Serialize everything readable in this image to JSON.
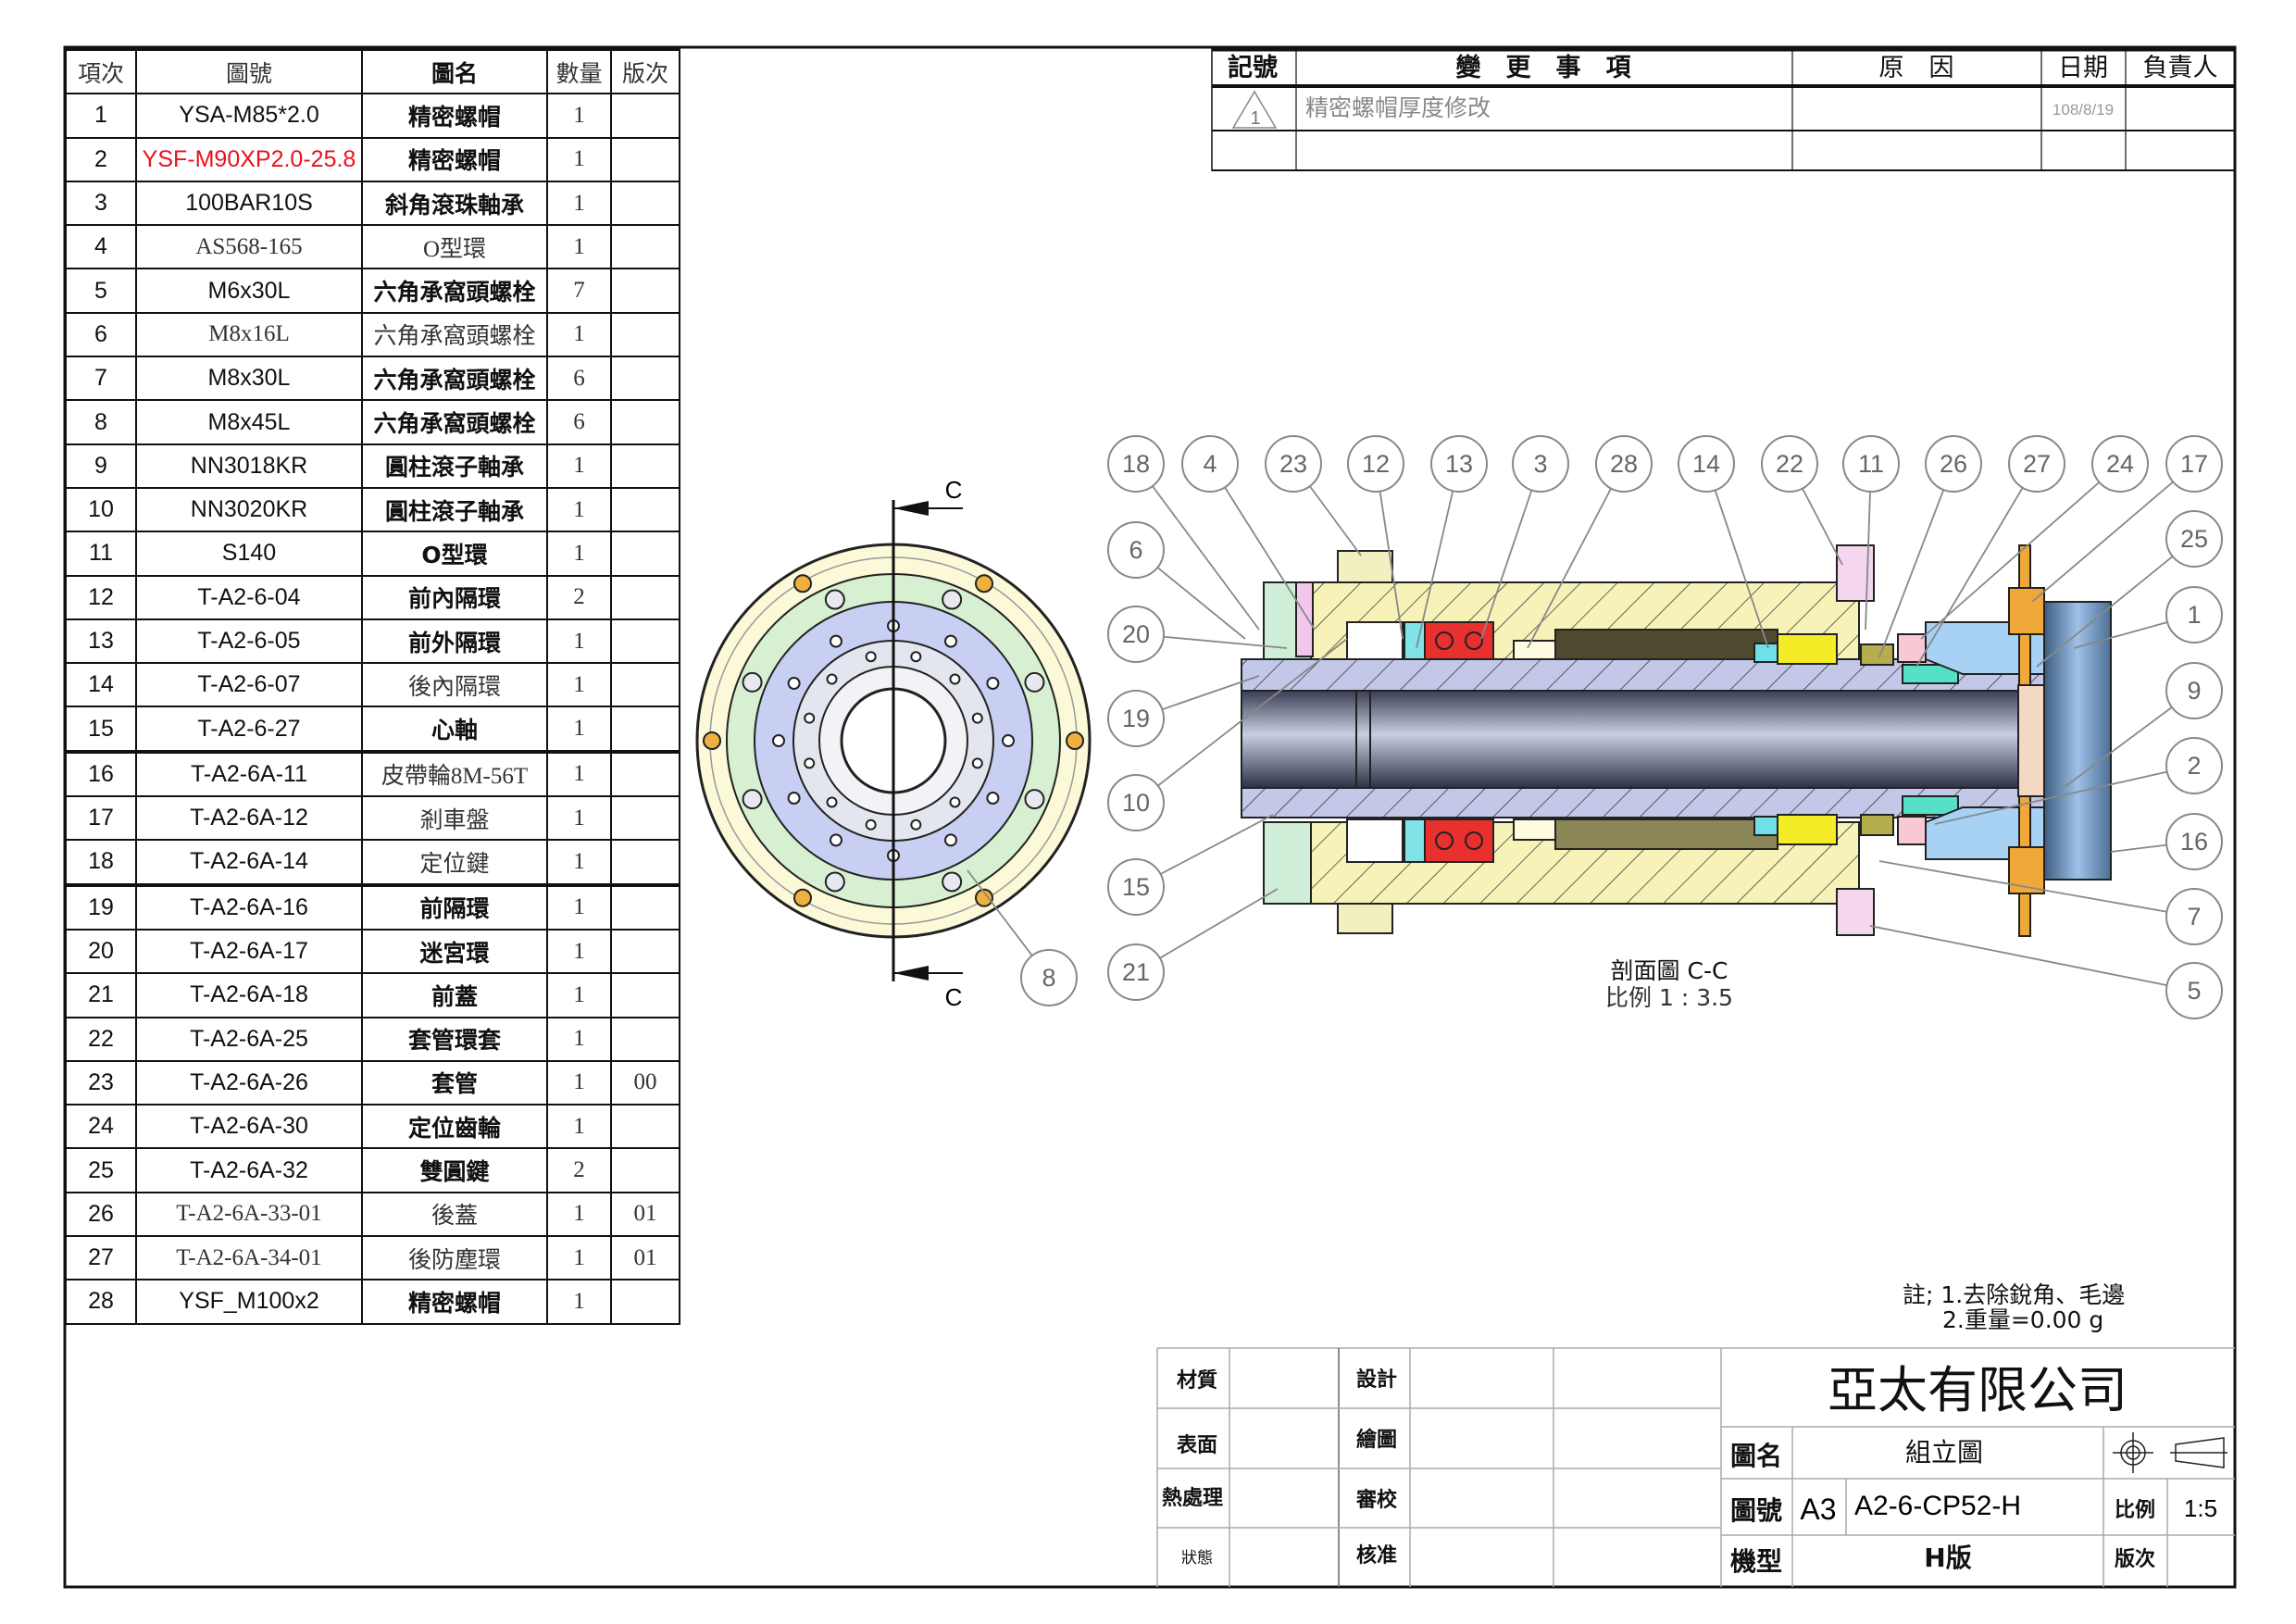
{
  "bom": {
    "headers": [
      "項次",
      "圖號",
      "圖名",
      "數量",
      "版次"
    ],
    "rows": [
      {
        "item": "1",
        "part_no": "YSA-M85*2.0",
        "name": "精密螺帽",
        "qty": "1",
        "rev": ""
      },
      {
        "item": "2",
        "part_no": "YSF-M90XP2.0-25.8",
        "name": "精密螺帽",
        "qty": "1",
        "rev": "",
        "highlight": "#e8121d"
      },
      {
        "item": "3",
        "part_no": "100BAR10S",
        "name": "斜角滾珠軸承",
        "qty": "1",
        "rev": ""
      },
      {
        "item": "4",
        "part_no": "AS568-165",
        "name": "O型環",
        "qty": "1",
        "rev": ""
      },
      {
        "item": "5",
        "part_no": "M6x30L",
        "name": "六角承窩頭螺栓",
        "qty": "7",
        "rev": ""
      },
      {
        "item": "6",
        "part_no": "M8x16L",
        "name": "六角承窩頭螺栓",
        "qty": "1",
        "rev": ""
      },
      {
        "item": "7",
        "part_no": "M8x30L",
        "name": "六角承窩頭螺栓",
        "qty": "6",
        "rev": ""
      },
      {
        "item": "8",
        "part_no": "M8x45L",
        "name": "六角承窩頭螺栓",
        "qty": "6",
        "rev": ""
      },
      {
        "item": "9",
        "part_no": "NN3018KR",
        "name": "圓柱滾子軸承",
        "qty": "1",
        "rev": ""
      },
      {
        "item": "10",
        "part_no": "NN3020KR",
        "name": "圓柱滾子軸承",
        "qty": "1",
        "rev": ""
      },
      {
        "item": "11",
        "part_no": "S140",
        "name": "O型環",
        "qty": "1",
        "rev": ""
      },
      {
        "item": "12",
        "part_no": "T-A2-6-04",
        "name": "前內隔環",
        "qty": "2",
        "rev": ""
      },
      {
        "item": "13",
        "part_no": "T-A2-6-05",
        "name": "前外隔環",
        "qty": "1",
        "rev": ""
      },
      {
        "item": "14",
        "part_no": "T-A2-6-07",
        "name": "後內隔環",
        "qty": "1",
        "rev": ""
      },
      {
        "item": "15",
        "part_no": "T-A2-6-27",
        "name": "心軸",
        "qty": "1",
        "rev": ""
      },
      {
        "item": "16",
        "part_no": "T-A2-6A-11",
        "name": "皮帶輪8M-56T",
        "qty": "1",
        "rev": ""
      },
      {
        "item": "17",
        "part_no": "T-A2-6A-12",
        "name": "剎車盤",
        "qty": "1",
        "rev": ""
      },
      {
        "item": "18",
        "part_no": "T-A2-6A-14",
        "name": "定位鍵",
        "qty": "1",
        "rev": ""
      },
      {
        "item": "19",
        "part_no": "T-A2-6A-16",
        "name": "前隔環",
        "qty": "1",
        "rev": ""
      },
      {
        "item": "20",
        "part_no": "T-A2-6A-17",
        "name": "迷宮環",
        "qty": "1",
        "rev": ""
      },
      {
        "item": "21",
        "part_no": "T-A2-6A-18",
        "name": "前蓋",
        "qty": "1",
        "rev": ""
      },
      {
        "item": "22",
        "part_no": "T-A2-6A-25",
        "name": "套管環套",
        "qty": "1",
        "rev": ""
      },
      {
        "item": "23",
        "part_no": "T-A2-6A-26",
        "name": "套管",
        "qty": "1",
        "rev": "00"
      },
      {
        "item": "24",
        "part_no": "T-A2-6A-30",
        "name": "定位齒輪",
        "qty": "1",
        "rev": ""
      },
      {
        "item": "25",
        "part_no": "T-A2-6A-32",
        "name": "雙圓鍵",
        "qty": "2",
        "rev": ""
      },
      {
        "item": "26",
        "part_no": "T-A2-6A-33-01",
        "name": "後蓋",
        "qty": "1",
        "rev": "01"
      },
      {
        "item": "27",
        "part_no": "T-A2-6A-34-01",
        "name": "後防塵環",
        "qty": "1",
        "rev": "01"
      },
      {
        "item": "28",
        "part_no": "YSF_M100x2",
        "name": "精密螺帽",
        "qty": "1",
        "rev": ""
      }
    ]
  },
  "revision": {
    "headers": {
      "mark": "記號",
      "change": "變　更　事　項",
      "reason": "原　因",
      "date": "日期",
      "owner": "負責人"
    },
    "rows": [
      {
        "mark": "1",
        "change": "精密螺帽厚度修改",
        "reason": "",
        "date": "108/8/19",
        "owner": ""
      }
    ]
  },
  "drawing": {
    "section_letter": "C",
    "section_title": "剖面圖 C-C",
    "section_scale": "比例 1 : 3.5",
    "balloons": [
      "18",
      "4",
      "23",
      "12",
      "13",
      "3",
      "28",
      "14",
      "22",
      "11",
      "26",
      "27",
      "24",
      "17",
      "25",
      "1",
      "9",
      "2",
      "16",
      "7",
      "5",
      "6",
      "20",
      "19",
      "10",
      "15",
      "21",
      "8"
    ]
  },
  "notes": {
    "line1": "註; 1.去除銳角、毛邊",
    "line2": "2.重量=0.00 g"
  },
  "title_block": {
    "material_label": "材質",
    "surface_label": "表面",
    "heat_label": "熱處理",
    "status_label": "狀態",
    "design_label": "設計",
    "draw_label": "繪圖",
    "review_label": "審校",
    "approve_label": "核准",
    "company": "亞太有限公司",
    "name_label": "圖名",
    "name": "組立圖",
    "dwg_no_label": "圖號",
    "sheet_size": "A3",
    "dwg_no": "A2-6-CP52-H",
    "scale_label": "比例",
    "scale": "1:5",
    "model_label": "機型",
    "model": "H版",
    "version_label": "版次"
  }
}
